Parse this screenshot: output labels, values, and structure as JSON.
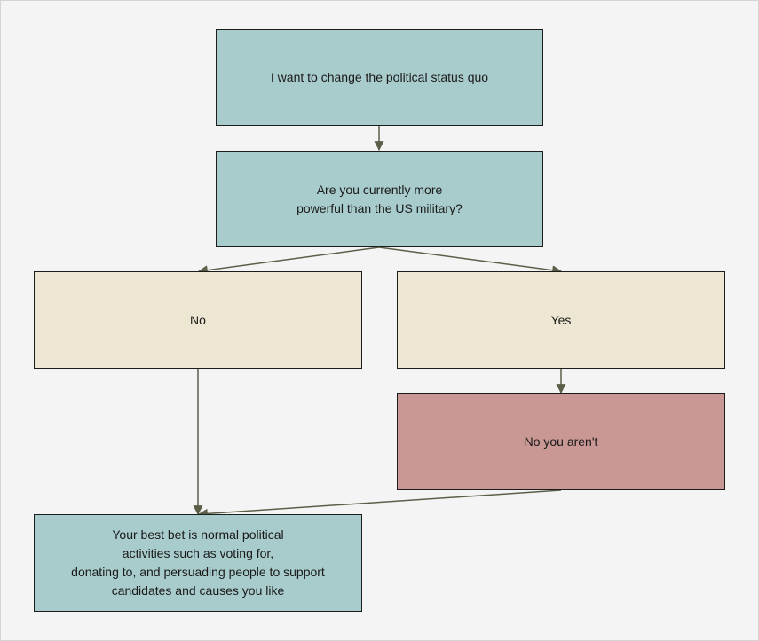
{
  "diagram": {
    "colors": {
      "teal": "#a8cbcb",
      "beige": "#ede6d3",
      "rose": "#c99794",
      "connector": "#5b5f48"
    },
    "nodes": {
      "start": "I want to change the political status quo",
      "question": "Are you currently more\npowerful than the US military?",
      "answer_no": "No",
      "answer_yes": "Yes",
      "rebuttal": "No you aren't",
      "outcome": "Your best bet is normal political\nactivities such as voting for,\ndonating to, and persuading people to support\ncandidates and causes you like"
    }
  }
}
